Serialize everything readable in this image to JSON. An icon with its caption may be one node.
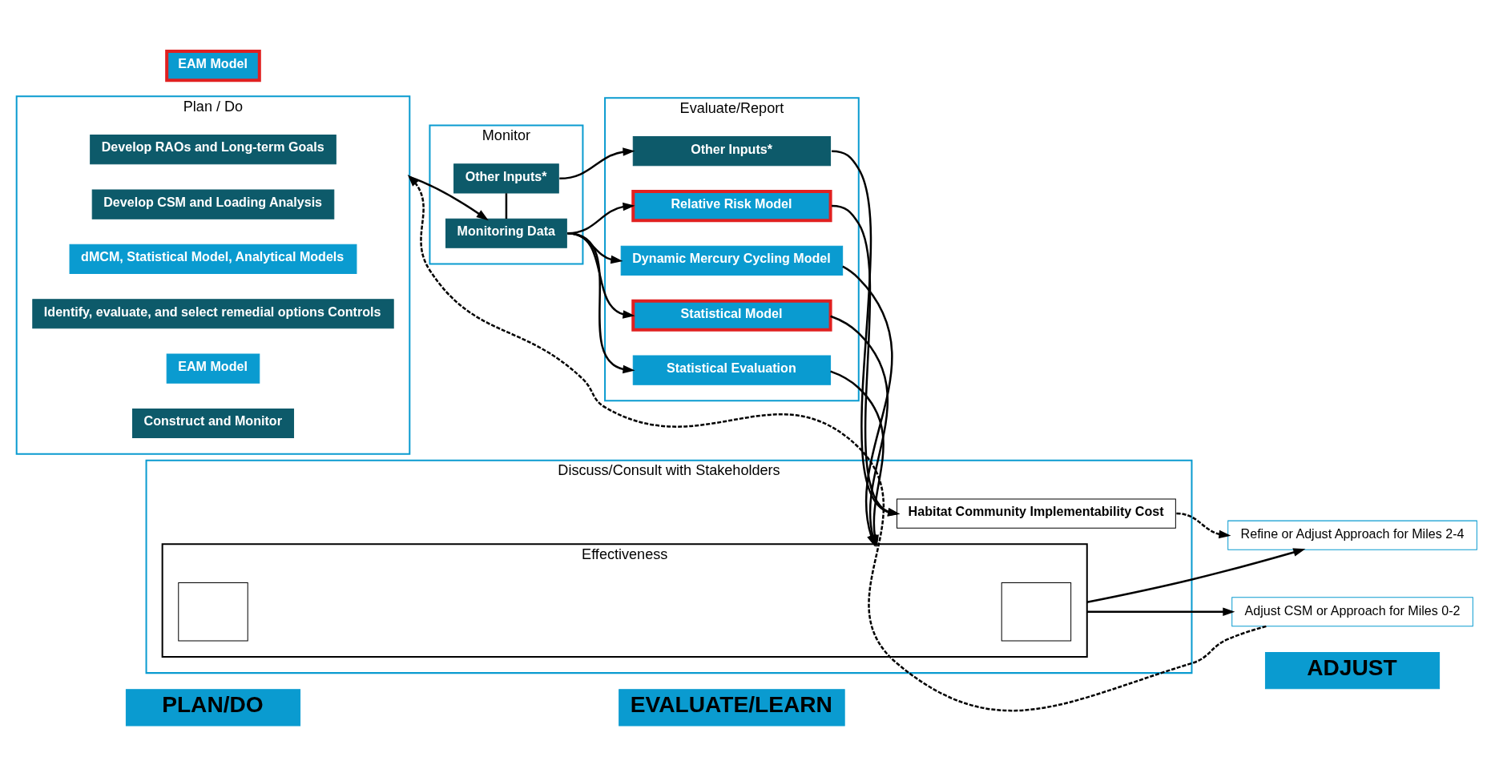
{
  "diagram": {
    "nodes": [
      {
        "text": [
          "PLAN/DO"
        ]
      },
      {
        "text": [
          "EVALUATE/LEARN"
        ]
      },
      {
        "text": [
          "ADJUST"
        ]
      },
      {
        "text": [
          "Plan / Do"
        ]
      },
      {
        "text": [
          "Develop RAOs and Long-term Goals"
        ],
        "in": 3
      },
      {
        "text": [
          "Develop CSM and Loading Analysis"
        ],
        "in": 3
      },
      {
        "text": [
          "dMCM, Statistical Model, Analytical Models"
        ],
        "in": 3
      },
      {
        "text": [
          "Identify, evaluate, and select remedial options Controls"
        ],
        "in": 3
      },
      {
        "text": [
          "EAM Model"
        ],
        "in": 3
      },
      {
        "text": [
          "Construct and Monitor"
        ],
        "in": 3
      },
      {
        "text": [
          "Monitor"
        ]
      },
      {
        "text": [
          "Monitoring Data"
        ],
        "in": 10
      },
      {
        "text": [
          "Other Inputs*"
        ],
        "in": 10
      },
      {
        "text": [
          "Evaluate/Report"
        ]
      },
      {
        "text": [
          "Statistical Evaluation"
        ],
        "in": 13
      },
      {
        "text": [
          "Statistical Model"
        ],
        "in": 13
      },
      {
        "text": [
          "Dynamic Mercury Cycling Model"
        ],
        "in": 13
      },
      {
        "text": [
          "Relative Risk Model"
        ],
        "in": 13
      },
      {
        "text": [
          "Other Inputs*"
        ],
        "in": 13
      },
      {
        "text": [
          "Discuss/Consult with Stakeholders"
        ]
      },
      {
        "text": [
          "Effectiveness"
        ],
        "in": 19
      },
      {
        "text": [],
        "shape": "box",
        "in": 20
      },
      {
        "text": [],
        "shape": "box",
        "in": 20
      },
      {
        "text": [
          "Habitat Community Implementability Cost"
        ],
        "in": 19
      },
      {
        "text": [
          "Refine or Adjust Approach for Miles 2-4"
        ]
      },
      {
        "text": [
          "EAM Model"
        ]
      },
      {
        "text": [
          "Adjust CSM or Approach for Miles 0-2"
        ]
      }
    ],
    "edges": [
      {
        "from": 3,
        "to": 11,
        "arrow": "to"
      },
      {
        "from": 11,
        "to": 14,
        "arrow": "to"
      },
      {
        "from": 11,
        "to": 15,
        "arrow": "to"
      },
      {
        "from": 11,
        "to": 16,
        "arrow": "to"
      },
      {
        "from": 11,
        "to": 17,
        "arrow": "to"
      },
      {
        "from": 11,
        "to": 12,
        "arrow": "none"
      },
      {
        "from": 12,
        "to": 18,
        "arrow": "to"
      },
      {
        "from": 14,
        "to": 20,
        "arrow": "to"
      },
      {
        "from": 15,
        "to": 20,
        "arrow": "to"
      },
      {
        "from": 16,
        "to": 20,
        "arrow": "to"
      },
      {
        "from": 17,
        "to": 23,
        "arrow": "to"
      },
      {
        "from": 18,
        "to": 23,
        "arrow": "to"
      },
      {
        "from": 20,
        "to": 24,
        "arrow": "to"
      },
      {
        "from": 20,
        "to": 26,
        "arrow": "to"
      },
      {
        "from": 23,
        "to": 24,
        "arrow": "to",
        "style": "dashed"
      },
      {
        "from": 26,
        "to": 3,
        "arrow": "to",
        "style": "dashed"
      }
    ]
  }
}
